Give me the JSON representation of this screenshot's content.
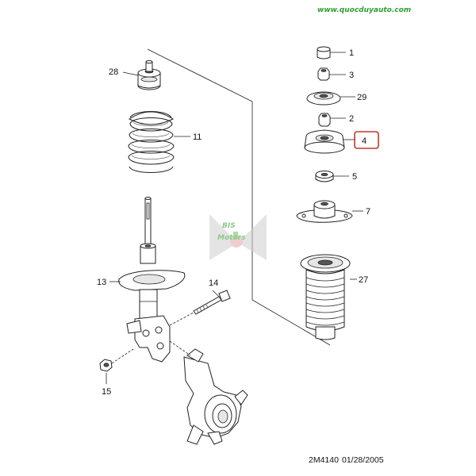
{
  "watermark": {
    "url": "www.quocduyauto.com",
    "logo_text_top": "BIS",
    "logo_text_bottom": "Motors",
    "accent_color": "#2e9e2e"
  },
  "highlight_color": "#c0392b",
  "callouts": {
    "c28": "28",
    "c11": "11",
    "c13": "13",
    "c14": "14",
    "c15": "15",
    "c1": "1",
    "c3": "3",
    "c29": "29",
    "c2": "2",
    "c4": "4",
    "c5": "5",
    "c7": "7",
    "c27": "27"
  },
  "reference": {
    "code": "2M4140",
    "date": "01/28/2005"
  }
}
